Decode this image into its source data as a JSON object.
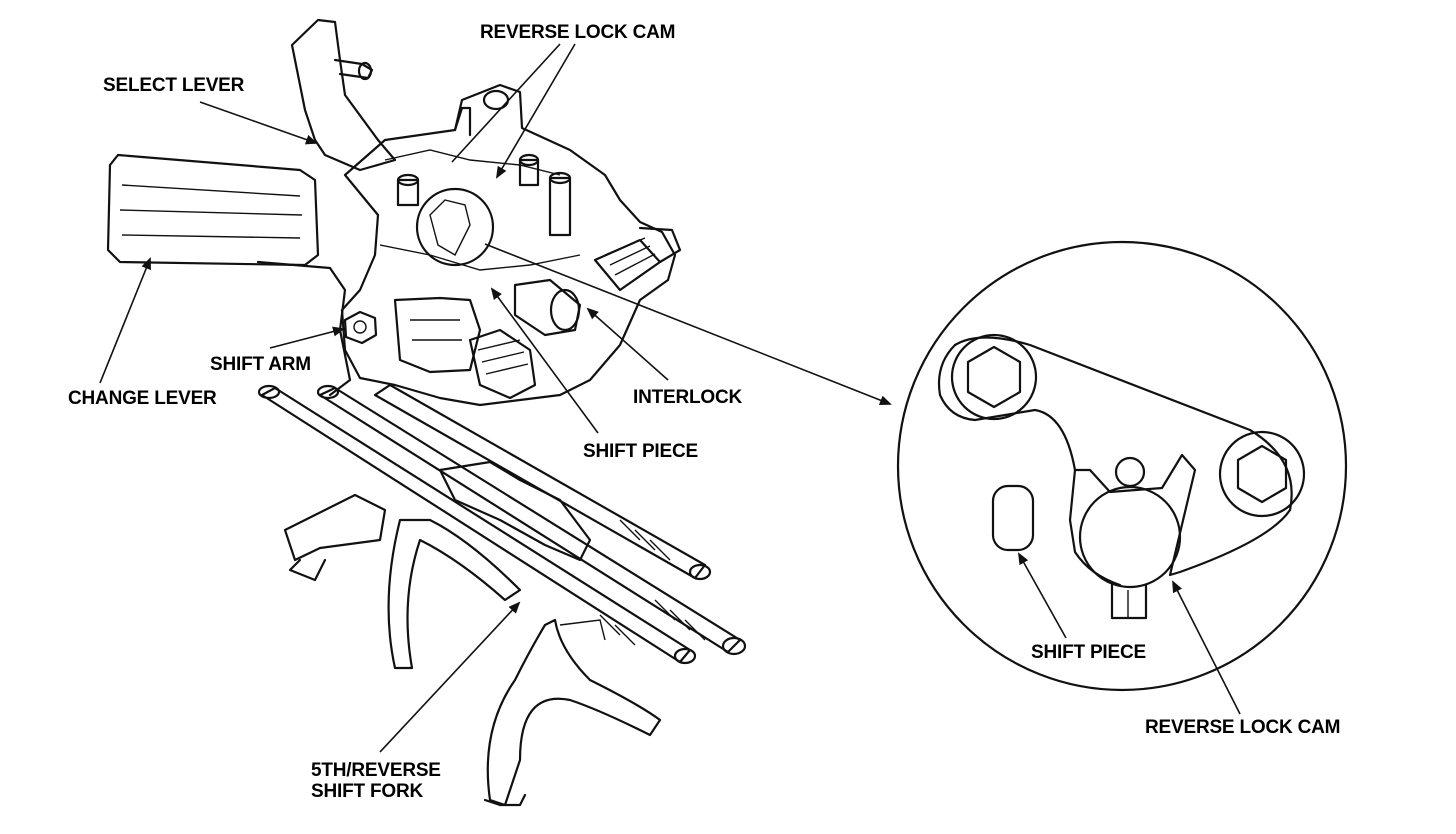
{
  "labels": {
    "reverse_lock_cam_top": "REVERSE LOCK CAM",
    "select_lever": "SELECT LEVER",
    "shift_arm": "SHIFT ARM",
    "change_lever": "CHANGE LEVER",
    "interlock": "INTERLOCK",
    "shift_piece_main": "SHIFT PIECE",
    "fork_line1": "5TH/REVERSE",
    "fork_line2": "SHIFT FORK",
    "shift_piece_detail": "SHIFT PIECE",
    "reverse_lock_cam_detail": "REVERSE LOCK CAM"
  }
}
